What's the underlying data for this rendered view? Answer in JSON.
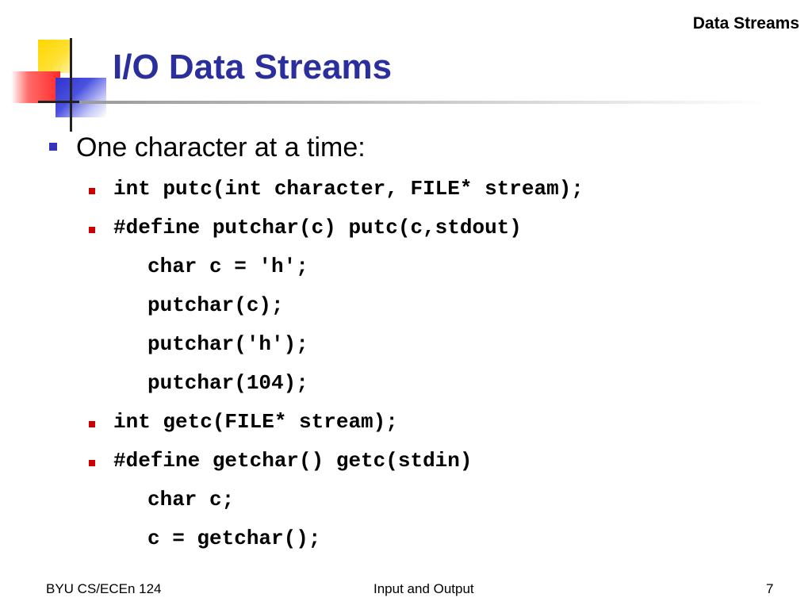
{
  "header": {
    "title": "Data Streams"
  },
  "slide": {
    "title": "I/O Data Streams",
    "bullet": "One character at a time:",
    "code_lines": [
      "int putc(int character, FILE* stream);",
      "#define putchar(c) putc(c,stdout)",
      "char c = 'h';",
      "putchar(c);",
      "putchar('h');",
      "putchar(104);",
      "int getc(FILE* stream);",
      "#define getchar() getc(stdin)",
      "char c;",
      "c = getchar();"
    ]
  },
  "footer": {
    "left": "BYU CS/ECEn 124",
    "center": "Input and Output",
    "page": "7"
  },
  "colors": {
    "title": "#2b2f9e",
    "level1_bullet": "#3333bb",
    "level2_bullet": "#cc0000"
  }
}
